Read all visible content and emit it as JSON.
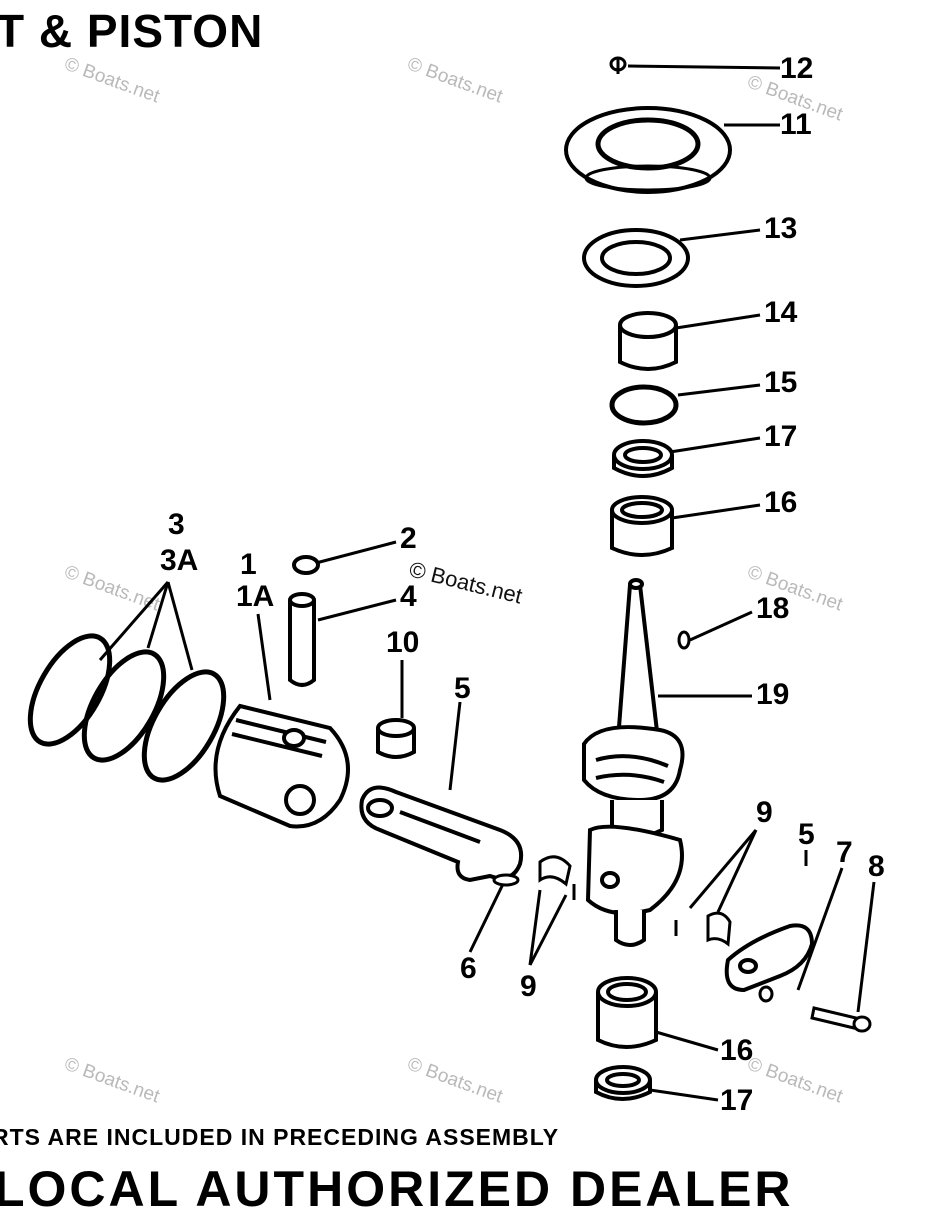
{
  "title": "T & PISTON",
  "footer_line1": "RTS ARE INCLUDED IN PRECEDING ASSEMBLY",
  "footer_line2": "LOCAL AUTHORIZED DEALER",
  "watermark": "© Boats.net",
  "labels": {
    "l12": "12",
    "l11": "11",
    "l13": "13",
    "l14": "14",
    "l15": "15",
    "l17a": "17",
    "l16a": "16",
    "l18": "18",
    "l19": "19",
    "l2": "2",
    "l4": "4",
    "l10": "10",
    "l5a": "5",
    "l1": "1",
    "l1a": "1A",
    "l3": "3",
    "l3a": "3A",
    "l9a": "9",
    "l5b": "5",
    "l7": "7",
    "l8": "8",
    "l6": "6",
    "l9b": "9",
    "l16b": "16",
    "l17b": "17"
  }
}
